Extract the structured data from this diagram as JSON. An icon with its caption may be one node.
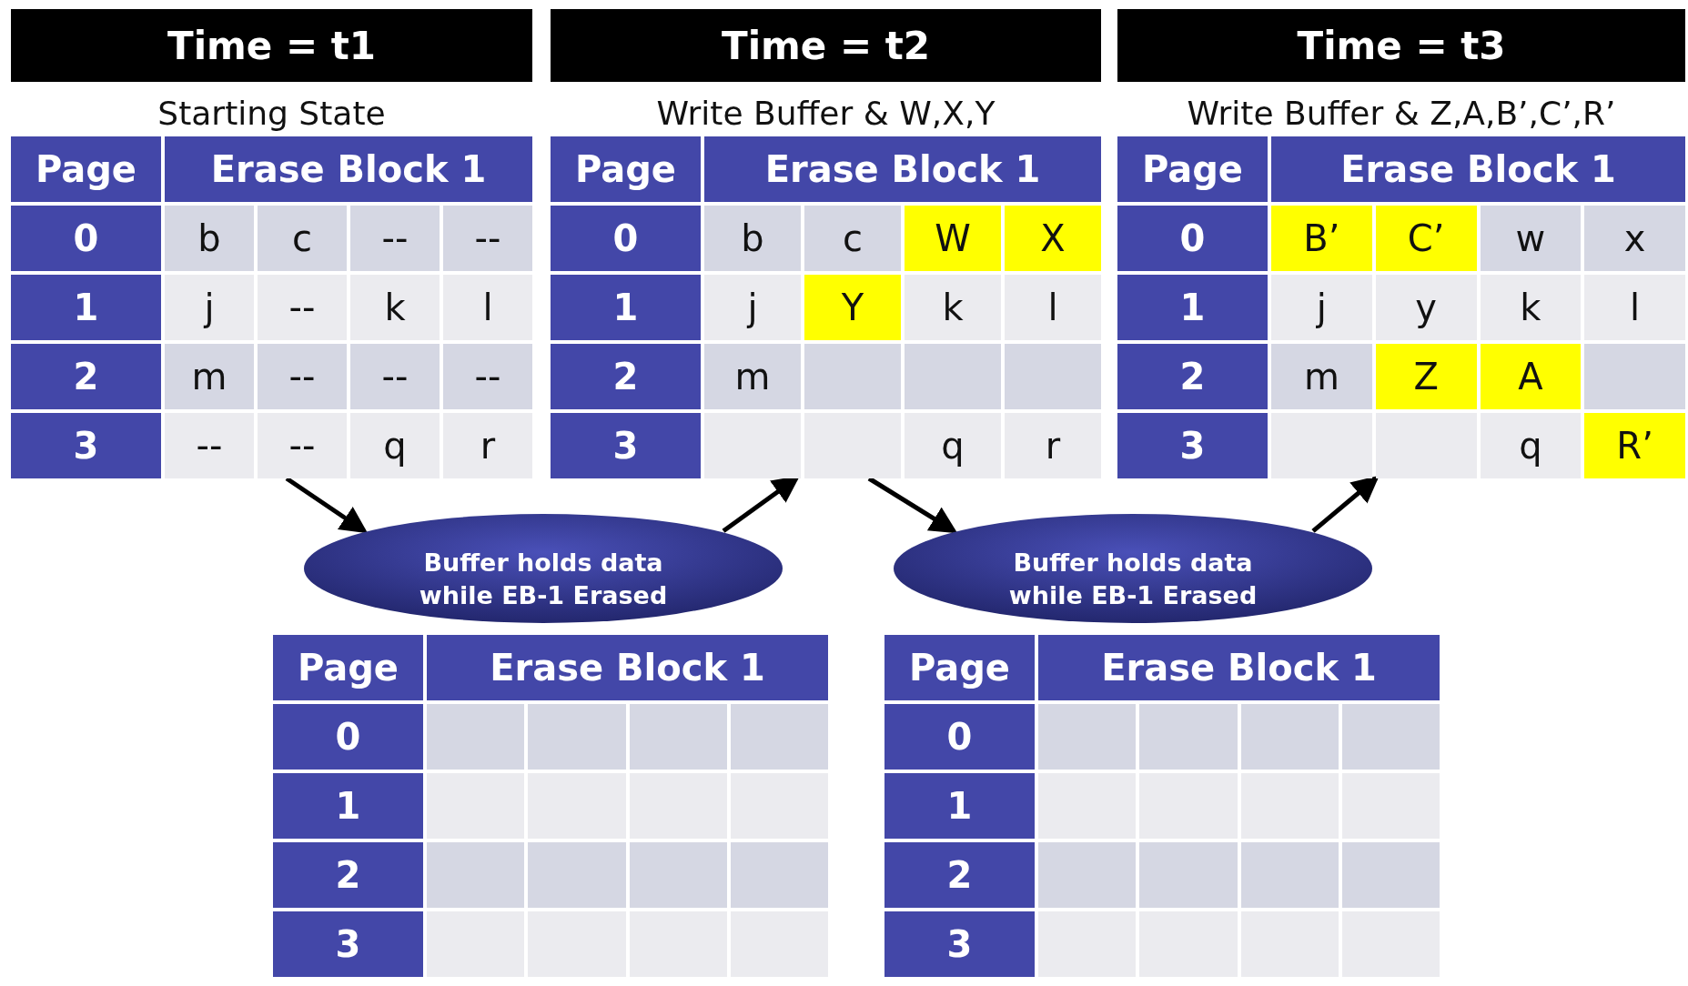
{
  "diagram": {
    "nodes": [
      {
        "text": [
          "Time = t1"
        ]
      },
      {
        "text": [
          "Time = t2"
        ]
      },
      {
        "text": [
          "Time = t3"
        ]
      },
      {
        "text": [
          "Starting State"
        ]
      },
      {
        "text": [
          "Write Buffer & W,X,Y"
        ]
      },
      {
        "text": [
          "Write Buffer & Z,A,B’,C’,R’"
        ]
      },
      {
        "text": [
          "Buffer holds data while EB-1 Erased"
        ]
      },
      {
        "text": [
          "Buffer holds data while EB-1 Erased"
        ]
      },
      {
        "text": [],
        "shape": "box"
      },
      {
        "text": [],
        "shape": "box"
      }
    ],
    "edges": [
      {
        "from": 3,
        "to": 6,
        "arrow": "to"
      },
      {
        "from": 6,
        "to": 4,
        "arrow": "to"
      },
      {
        "from": 4,
        "to": 7,
        "arrow": "to"
      },
      {
        "from": 7,
        "to": 5,
        "arrow": "to"
      }
    ],
    "labels": [
      "Page",
      "Erase Block 1",
      "0",
      "b",
      "c",
      "--",
      "--",
      "1",
      "j",
      "--",
      "k",
      "l",
      "2",
      "m",
      "--",
      "--",
      "--",
      "3",
      "--",
      "--",
      "q",
      "r",
      "Page",
      "Erase Block 1",
      "0",
      "b",
      "c",
      "W",
      "X",
      "1",
      "j",
      "Y",
      "k",
      "l",
      "2",
      "m",
      "3",
      "q",
      "r",
      "Page",
      "Erase Block 1",
      "0",
      "B’",
      "C’",
      "w",
      "x",
      "1",
      "j",
      "y",
      "k",
      "l",
      "2",
      "m",
      "Z",
      "A",
      "3",
      "q",
      "R’",
      "Page",
      "Erase Block 1",
      "0",
      "1",
      "2",
      "3",
      "Page",
      "Erase Block 1",
      "0",
      "1",
      "2",
      "3"
    ]
  }
}
